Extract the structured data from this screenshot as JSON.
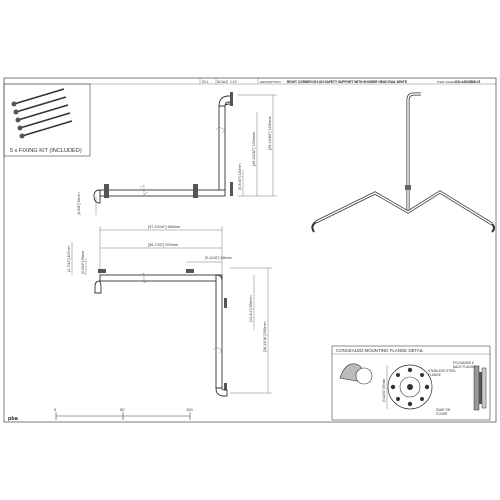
{
  "title_block": {
    "sheet_field_1": "SCL",
    "scale_label": "SCALE",
    "scale_value": "1:10",
    "description_label": "DESCRIPTION",
    "description": "RIGHT CORNER NYLON SAFETY SUPPORT WITH SHOWER HEAD RAIL WHITE",
    "item_code_label": "ITEM CODE",
    "item_code": "4CN-44S308ML01"
  },
  "fixing_kit": {
    "label": "5 x FIXING KIT (INCLUDED)"
  },
  "dimensions": {
    "top_view": {
      "overall_height": "[45-19/64\"]\n1150mm",
      "upper_height": "[40-23/32\"]\n1034mm",
      "bracket_height": "[5-9/16\"]\n140mm",
      "wall_offset": "[3-5/8\"]\n92mm"
    },
    "bottom_view": {
      "overall_width": "[37-13/16\"]\n960mm",
      "inner_width": "[36-7/32\"]\n920mm",
      "flange_gap": "[9-11/16\"]\n246mm",
      "left_offset": "[4-7/32\"]\n107mm",
      "left_height": "[2-3/16\"]\n55mm",
      "vertical_upper": "[13-3/4\"]\n350mm",
      "vertical_overall": "[36-13/16\"]\n935mm"
    }
  },
  "detail": {
    "title": "CONCEALED MOUNTING FLANGE DETAIL",
    "labels": {
      "flange": "POLYAMIDE 6 BACK FLANGE",
      "steel_flange": "STAINLESS STEEL FLANGE",
      "snap_cover": "SNAP ON COVER",
      "diameter": "[3-11/32\"]\n85mm"
    }
  },
  "scale_bar": {
    "ticks": [
      "0",
      "50",
      "100"
    ]
  },
  "brand": "pba"
}
